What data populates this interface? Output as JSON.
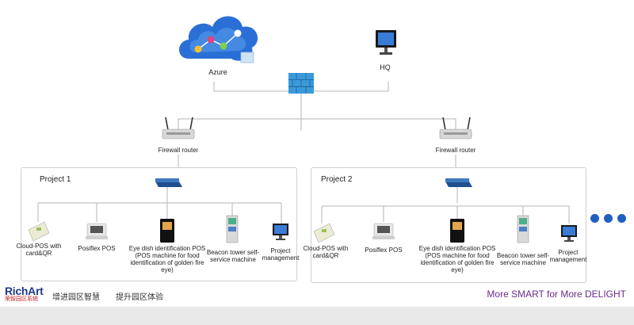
{
  "diagram": {
    "azure_label": "Azure",
    "hq_label": "HQ",
    "router_left_label": "Firewall router",
    "router_right_label": "Firewall router",
    "projects": [
      {
        "title": "Project 1",
        "devices": [
          {
            "name": "cloud-pos",
            "label": "Cloud-POS with card&QR"
          },
          {
            "name": "posiflex-pos",
            "label": "Posiflex POS"
          },
          {
            "name": "eye-dish",
            "label": "Eye dish identification POS (POS machine for food identification of golden fire eye)"
          },
          {
            "name": "beacon-tower",
            "label": "Beacon tower self-service machine"
          },
          {
            "name": "project-management",
            "label": "Project management"
          }
        ]
      },
      {
        "title": "Project 2",
        "devices": [
          {
            "name": "cloud-pos",
            "label": "Cloud-POS with card&QR"
          },
          {
            "name": "posiflex-pos",
            "label": "Posiflex POS"
          },
          {
            "name": "eye-dish",
            "label": "Eye dish identification POS (POS machine for food identification of golden fire eye)"
          },
          {
            "name": "beacon-tower",
            "label": "Beacon tower self-service machine"
          },
          {
            "name": "project-management",
            "label": "Project management"
          }
        ]
      }
    ]
  },
  "footer": {
    "brand_name": "RichArt",
    "brand_sub": "荣智园区系统",
    "slogan_1": "增进园区智慧",
    "slogan_2": "提升园区体验",
    "tagline": "More SMART for More DELIGHT"
  },
  "colors": {
    "cloud": "#2a6fd6",
    "firewall": "#3a9ad9",
    "brand": "#1e3a8a",
    "tagline": "#6b2a8a",
    "dots": "#1f5fbf"
  }
}
